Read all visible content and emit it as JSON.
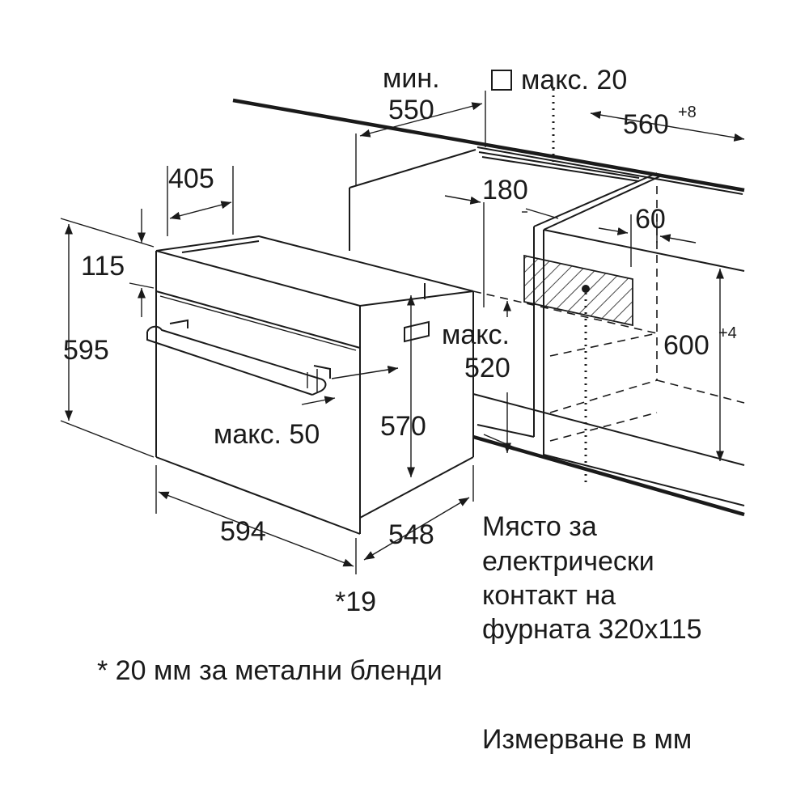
{
  "dimensions": {
    "min_label": "мин.",
    "min_550": "550",
    "max20_label": "макс. 20",
    "w560": "560",
    "w560_tol": "+8",
    "d405": "405",
    "d180": "180",
    "d60": "60",
    "h115": "115",
    "h595": "595",
    "max_label": "макс.",
    "v520": "520",
    "h600": "600",
    "h600_tol": "+4",
    "max50": "макс. 50",
    "h570": "570",
    "w594": "594",
    "d548": "548",
    "note19": "*19"
  },
  "socket_note": [
    "Място за",
    "електрически",
    "контакт на",
    "фурната 320x115"
  ],
  "footnote": "* 20 мм за метални бленди",
  "units_note": "Измерване в мм"
}
